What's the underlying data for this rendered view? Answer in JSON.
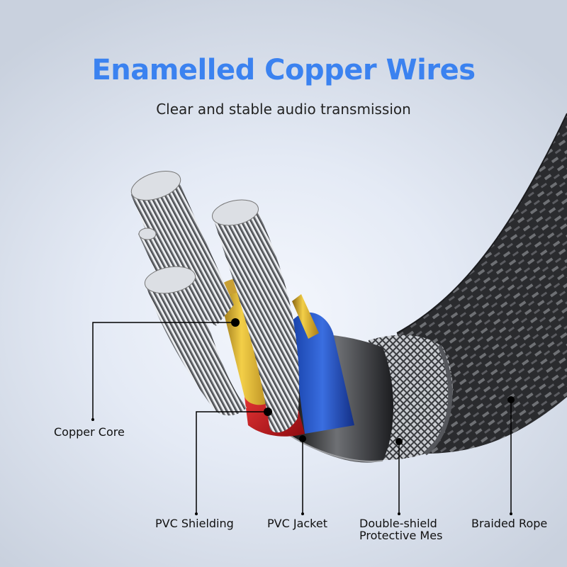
{
  "header": {
    "title": "Enamelled Copper Wires",
    "subtitle": "Clear and stable audio transmission"
  },
  "callouts": [
    {
      "id": "copper-core",
      "label": "Copper Core"
    },
    {
      "id": "pvc-shielding",
      "label": "PVC Shielding"
    },
    {
      "id": "pvc-jacket",
      "label": "PVC Jacket"
    },
    {
      "id": "double-shield",
      "label_line1": "Double-shield",
      "label_line2": "Protective Mes"
    },
    {
      "id": "braided-rope",
      "label": "Braided Rope"
    }
  ],
  "colors": {
    "title": "#3b82f0",
    "subtitle": "#222222",
    "label": "#111111",
    "copper": "#d9a825",
    "red_insulation": "#c8141a",
    "blue_insulation": "#1f4fc2",
    "jacket": "#2a2b2e",
    "mesh": "#8a8d92",
    "braid": "#2c2d30"
  }
}
